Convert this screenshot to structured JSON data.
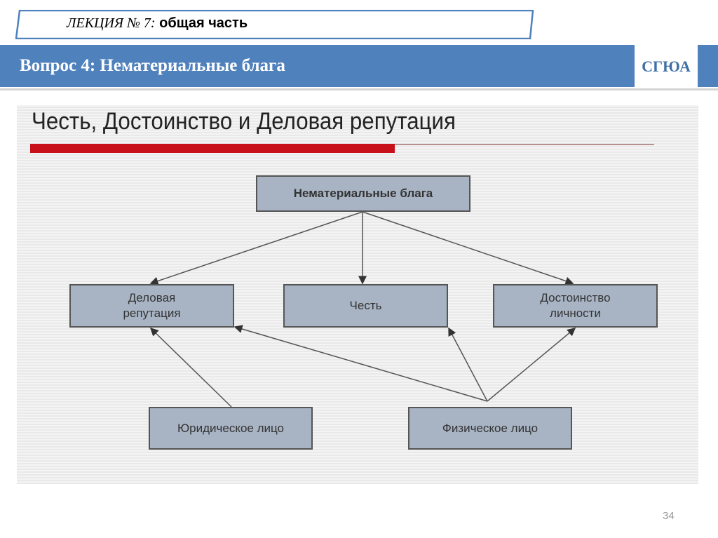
{
  "header": {
    "lecture_italic": "ЛЕКЦИЯ № 7:",
    "lecture_rest": " общая часть",
    "question_title": "Вопрос 4: Нематериальные блага",
    "logo_text": "СГЮА"
  },
  "slide": {
    "title": "Честь, Достоинство и Деловая репутация",
    "nodes": {
      "root": "Нематериальные блага",
      "business_reputation": "Деловая репутация",
      "honor": "Честь",
      "dignity": "Достоинство личности",
      "legal_entity": "Юридическое лицо",
      "natural_person": "Физическое лицо"
    }
  },
  "page_number": "34"
}
